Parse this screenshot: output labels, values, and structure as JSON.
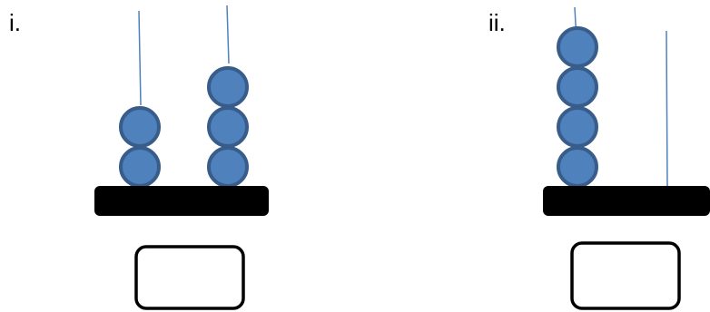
{
  "colors": {
    "bead_fill": "#4f81bd",
    "bead_stroke": "#385d8a",
    "rod": "#4f81bd",
    "base": "#000000",
    "answer_box_stroke": "#000000",
    "background": "#ffffff"
  },
  "abaci": [
    {
      "label": "i.",
      "answer": "",
      "rods": [
        {
          "beads": 2
        },
        {
          "beads": 3
        }
      ]
    },
    {
      "label": "ii.",
      "answer": "",
      "rods": [
        {
          "beads": 4
        },
        {
          "beads": 0
        }
      ]
    }
  ]
}
